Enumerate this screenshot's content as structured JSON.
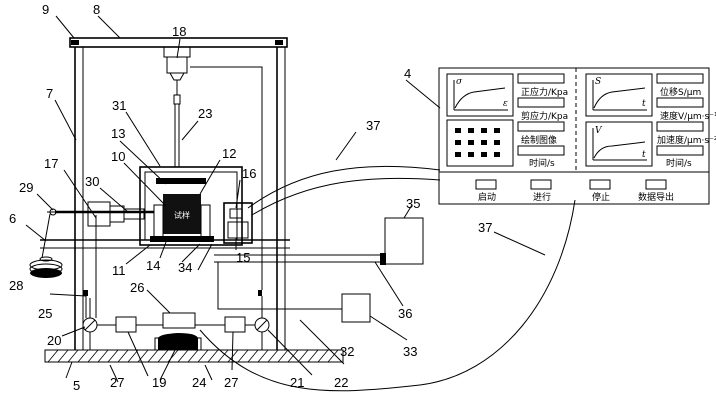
{
  "labels": {
    "n4": "4",
    "n5": "5",
    "n6": "6",
    "n7": "7",
    "n8": "8",
    "n9": "9",
    "n10": "10",
    "n11": "11",
    "n12": "12",
    "n13": "13",
    "n14": "14",
    "n15": "15",
    "n16": "16",
    "n17": "17",
    "n18": "18",
    "n19": "19",
    "n20": "20",
    "n21": "21",
    "n22": "22",
    "n23": "23",
    "n24": "24",
    "n25": "25",
    "n26": "26",
    "n27a": "27",
    "n27b": "27",
    "n28": "28",
    "n29": "29",
    "n30": "30",
    "n31": "31",
    "n32": "32",
    "n33": "33",
    "n34": "34",
    "n35": "35",
    "n36": "36",
    "n37a": "37",
    "n37b": "37"
  },
  "panel": {
    "normal_stress": "正应力/Kpa",
    "shear_stress": "剪应力/Kpa",
    "draw_image": "绘制图像",
    "time_left": "时间/s",
    "displacement": "位移S/μm",
    "velocity": "速度V/μm·s⁻¹",
    "acceleration": "加速度/μm·s⁻²",
    "time_right": "时间/s",
    "chart1_y": "σ",
    "chart1_x": "ε",
    "chart2_y": "S",
    "chart2_x": "t",
    "chart3_y": "V",
    "chart3_x": "t"
  },
  "buttons": {
    "start": "启动",
    "run": "进行",
    "stop": "停止",
    "export": "数据导出"
  },
  "sample_text": "试样"
}
